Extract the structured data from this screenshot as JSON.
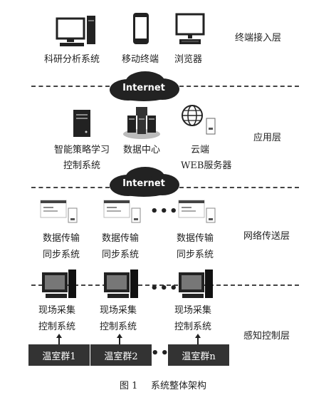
{
  "layers": {
    "terminal": "终端接入层",
    "application": "应用层",
    "network": "网络传送层",
    "sensing": "感知控制层"
  },
  "terminal_nodes": {
    "research": "科研分析系统",
    "mobile": "移动终端",
    "browser": "浏览器"
  },
  "internet_label": "Internet",
  "application_nodes": {
    "strategy_line1": "智能策略学习",
    "strategy_line2": "控制系统",
    "datacenter": "数据中心",
    "cloud_line1": "云端",
    "cloud_line2": "WEB服务器"
  },
  "network_nodes": [
    {
      "line1": "数据传输",
      "line2": "同步系统"
    },
    {
      "line1": "数据传输",
      "line2": "同步系统"
    },
    {
      "line1": "数据传输",
      "line2": "同步系统"
    }
  ],
  "sensing_nodes": [
    {
      "line1": "现场采集",
      "line2": "控制系统"
    },
    {
      "line1": "现场采集",
      "line2": "控制系统"
    },
    {
      "line1": "现场采集",
      "line2": "控制系统"
    }
  ],
  "greenhouses": [
    "温室群1",
    "温室群2",
    "温室群n"
  ],
  "ellipsis": "•••",
  "caption": {
    "number": "图 1",
    "title": "系统整体架构"
  }
}
